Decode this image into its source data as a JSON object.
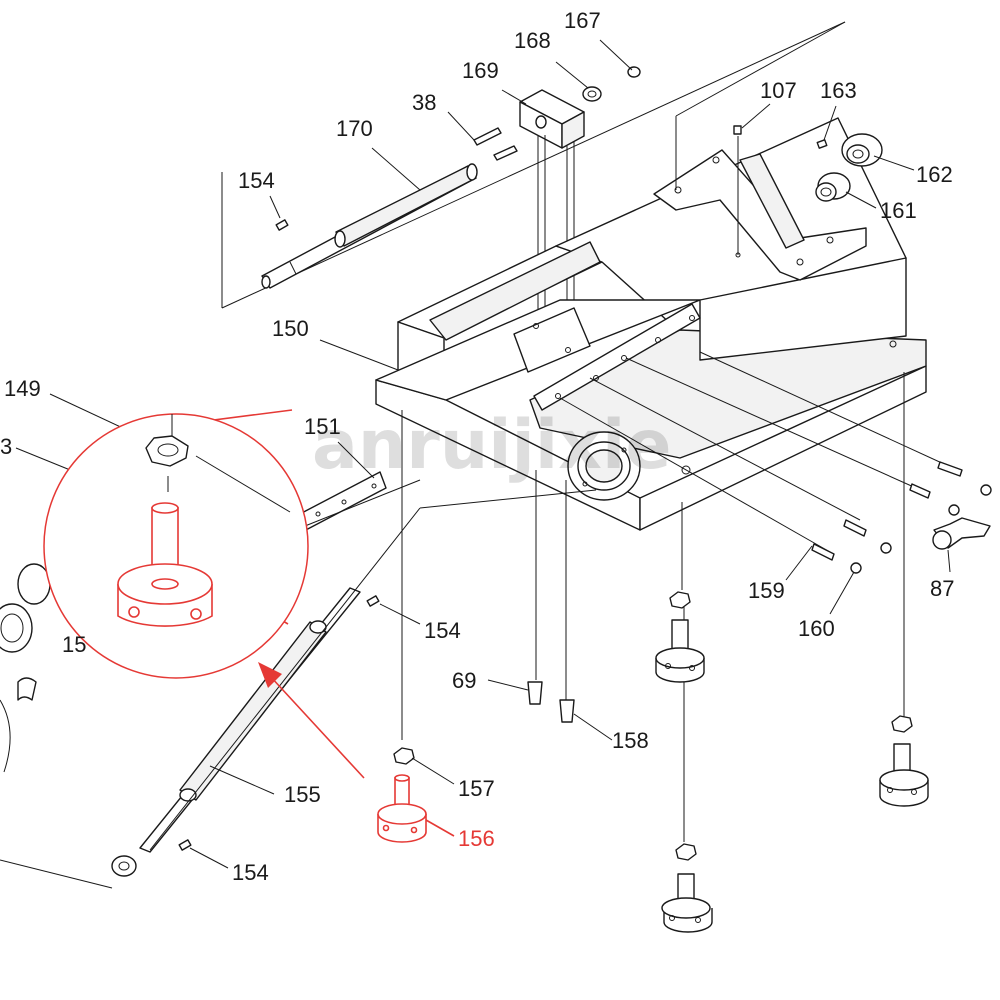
{
  "watermark": "anruijixie",
  "highlight_color": "#e53935",
  "highlighted_part": "156",
  "callouts": {
    "c167": "167",
    "c168": "168",
    "c169": "169",
    "c38": "38",
    "c170": "170",
    "c154a": "154",
    "c107": "107",
    "c163": "163",
    "c162": "162",
    "c161": "161",
    "c150": "150",
    "c149": "149",
    "c3": "3",
    "c151": "151",
    "c154b": "154",
    "c69": "69",
    "c158": "158",
    "c159": "159",
    "c160": "160",
    "c87": "87",
    "c155": "155",
    "c157": "157",
    "c156": "156",
    "c154c": "154",
    "c15": "15"
  }
}
